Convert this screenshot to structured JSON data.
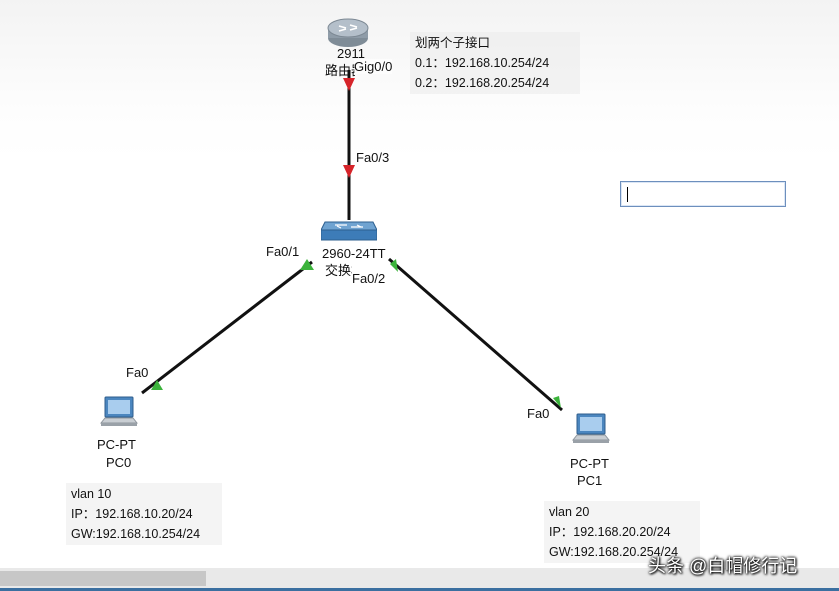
{
  "router": {
    "model": "2911",
    "name": "路由器",
    "port_label": "Gig0/0"
  },
  "router_note": {
    "lines": [
      "划两个子接口",
      "0.1：192.168.10.254/24",
      "0.2：192.168.20.254/24"
    ]
  },
  "switch": {
    "model": "2960-24TT",
    "name": "交换机",
    "port_uplink": "Fa0/3",
    "port_pc0": "Fa0/1",
    "port_pc1": "Fa0/2"
  },
  "pc0": {
    "type": "PC-PT",
    "name": "PC0",
    "port_label": "Fa0",
    "note_lines": [
      "vlan 10",
      "IP：192.168.10.20/24",
      "GW:192.168.10.254/24"
    ]
  },
  "pc1": {
    "type": "PC-PT",
    "name": "PC1",
    "port_label": "Fa0",
    "note_lines": [
      "vlan 20",
      "IP：192.168.20.20/24",
      "GW:192.168.20.254/24"
    ]
  },
  "canvas_input": {
    "value": ""
  },
  "watermark": "头条 @白帽修行记",
  "colors": {
    "link": "#111111",
    "link_up": "#3bb33b",
    "link_down": "#d6242a",
    "switch_blue": "#3d7cb8",
    "router_grey": "#9aa7b3"
  }
}
